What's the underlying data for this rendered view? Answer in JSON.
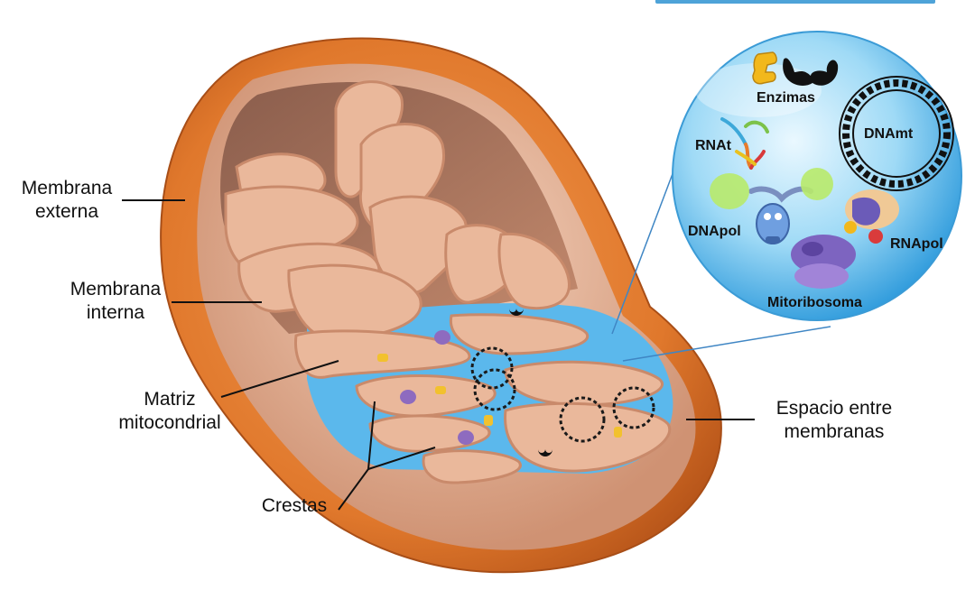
{
  "labels": {
    "outer_membrane": [
      "Membrana",
      "externa"
    ],
    "inner_membrane": [
      "Membrana",
      "interna"
    ],
    "matrix": [
      "Matriz",
      "mitocondrial"
    ],
    "intermembrane_space": [
      "Espacio entre",
      "membranas"
    ],
    "cristae": "Crestas"
  },
  "inset": {
    "enzymes": "Enzimas",
    "mtdna": "DNAmt",
    "trna": "RNAt",
    "dna_polymerase": "DNApol",
    "rna_polymerase": "RNApol",
    "mitoribosome": "Mitoribosoma"
  },
  "colors": {
    "outer_membrane": "#e0782c",
    "outer_membrane_dark": "#b8561a",
    "inner_membrane": "#e6b294",
    "matrix": "#5bb8ec",
    "inset_bubble": "#8ed2f4",
    "callout_line": "#3f86c4"
  }
}
